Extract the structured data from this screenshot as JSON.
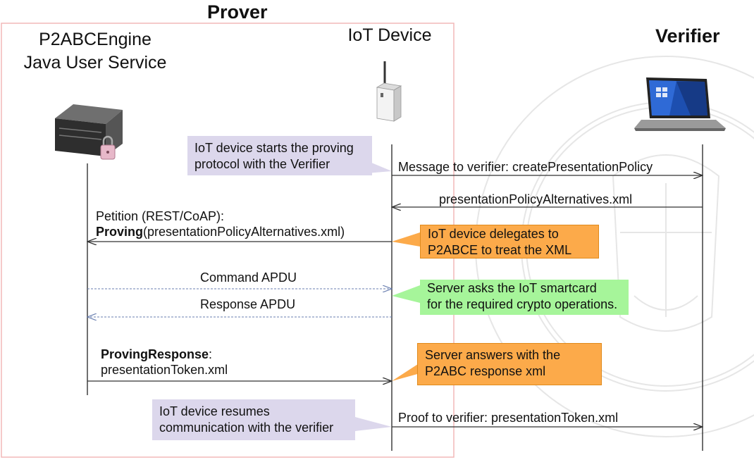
{
  "titles": {
    "prover": "Prover",
    "verifier": "Verifier"
  },
  "actors": {
    "engine_line1": "P2ABCEngine",
    "engine_line2": "Java User Service",
    "iot": "IoT Device"
  },
  "messages": {
    "create_policy": "Message to verifier: createPresentationPolicy",
    "policy_alternatives": "presentationPolicyAlternatives.xml",
    "petition_line1": "Petition (REST/CoAP):",
    "petition_bold": "Proving",
    "petition_rest": "(presentationPolicyAlternatives.xml)",
    "command_apdu": "Command APDU",
    "response_apdu": "Response APDU",
    "proving_response_bold": "ProvingResponse",
    "proving_response_colon": ":",
    "proving_response_file": "presentationToken.xml",
    "proof": "Proof to verifier: presentationToken.xml"
  },
  "notes": {
    "start_line1": "IoT device starts the proving",
    "start_line2": "protocol with the Verifier",
    "delegate_line1": "IoT device delegates to",
    "delegate_line2": "P2ABCE to treat the XML",
    "server_asks_line1": "Server asks the IoT smartcard",
    "server_asks_line2": "for the required crypto operations.",
    "answers_line1": "Server answers with the",
    "answers_line2": "P2ABC response xml",
    "resumes_line1": "IoT device resumes",
    "resumes_line2": "communication with the verifier"
  },
  "colors": {
    "note_purple": "#dcd7ec",
    "note_orange": "#fcaa4a",
    "note_green": "#a6f59a",
    "prover_frame": "#f2b8b8"
  },
  "icons": [
    "server-lock-icon",
    "iot-device-icon",
    "laptop-icon",
    "university-seal-watermark"
  ]
}
